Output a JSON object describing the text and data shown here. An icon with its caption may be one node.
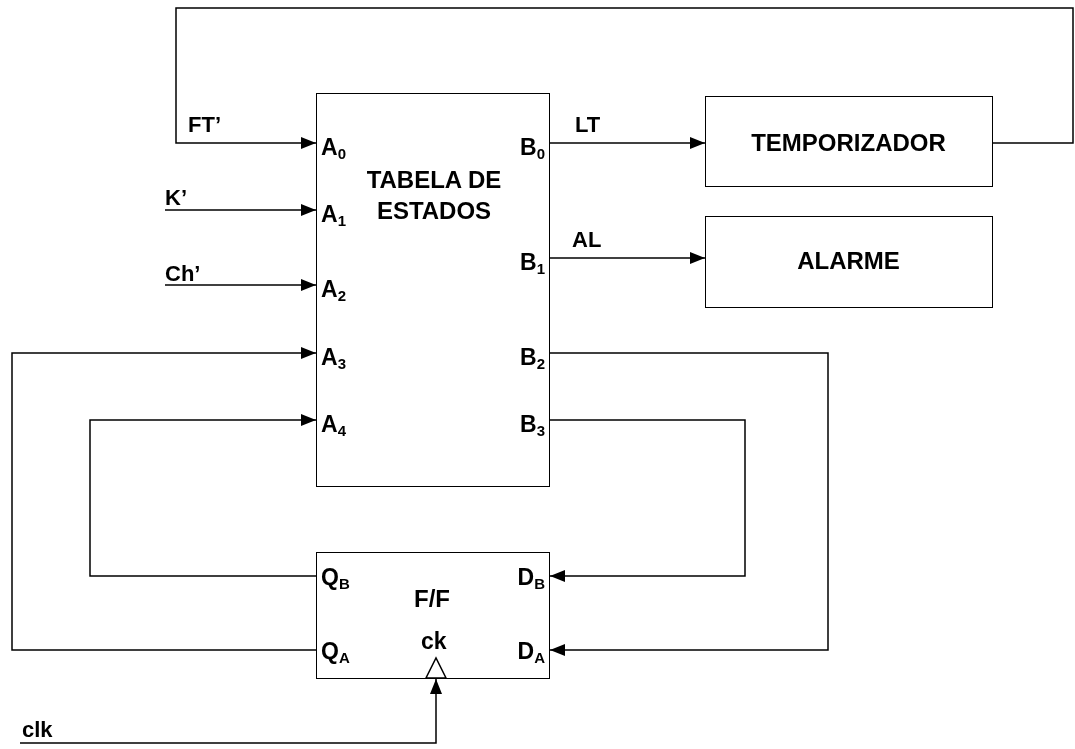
{
  "diagram": {
    "nodes": [
      {
        "text": [
          "TABELA DE ESTADOS"
        ]
      },
      {
        "text": [
          "A$_{0}$"
        ],
        "in": 0
      },
      {
        "text": [
          "A$_{1}$"
        ],
        "in": 0
      },
      {
        "text": [
          "A$_{2}$"
        ],
        "in": 0
      },
      {
        "text": [
          "A$_{3}$"
        ],
        "in": 0
      },
      {
        "text": [
          "A$_{4}$"
        ],
        "in": 0
      },
      {
        "text": [
          "B$_{0}$"
        ],
        "in": 0
      },
      {
        "text": [
          "B$_{1}$"
        ],
        "in": 0
      },
      {
        "text": [
          "B$_{2}$"
        ],
        "in": 0
      },
      {
        "text": [
          "B$_{3}$"
        ],
        "in": 0
      },
      {
        "text": [
          "TEMPORIZADOR"
        ]
      },
      {
        "text": [
          "ALARME"
        ]
      },
      {
        "text": [
          "F/F"
        ]
      },
      {
        "text": [
          "Q$_{B}$"
        ],
        "in": 12
      },
      {
        "text": [
          "Q$_{A}$"
        ],
        "in": 12
      },
      {
        "text": [
          "D$_{B}$"
        ],
        "in": 12
      },
      {
        "text": [
          "D$_{A}$"
        ],
        "in": 12
      },
      {
        "text": [
          "ck"
        ],
        "in": 12
      }
    ],
    "edges": [
      {
        "from": 10,
        "to": 1,
        "arrow": "to",
        "label": "FT’"
      },
      {
        "from": null,
        "to": 2,
        "arrow": "to",
        "label": "K’"
      },
      {
        "from": null,
        "to": 3,
        "arrow": "to",
        "label": "Ch’"
      },
      {
        "from": 14,
        "to": 4,
        "arrow": "to"
      },
      {
        "from": 13,
        "to": 5,
        "arrow": "to"
      },
      {
        "from": 6,
        "to": 10,
        "arrow": "to",
        "label": "LT"
      },
      {
        "from": 7,
        "to": 11,
        "arrow": "to",
        "label": "AL"
      },
      {
        "from": 8,
        "to": 16,
        "arrow": "to"
      },
      {
        "from": 9,
        "to": 15,
        "arrow": "to"
      },
      {
        "from": null,
        "to": 17,
        "arrow": "to",
        "label": "clk"
      }
    ]
  }
}
